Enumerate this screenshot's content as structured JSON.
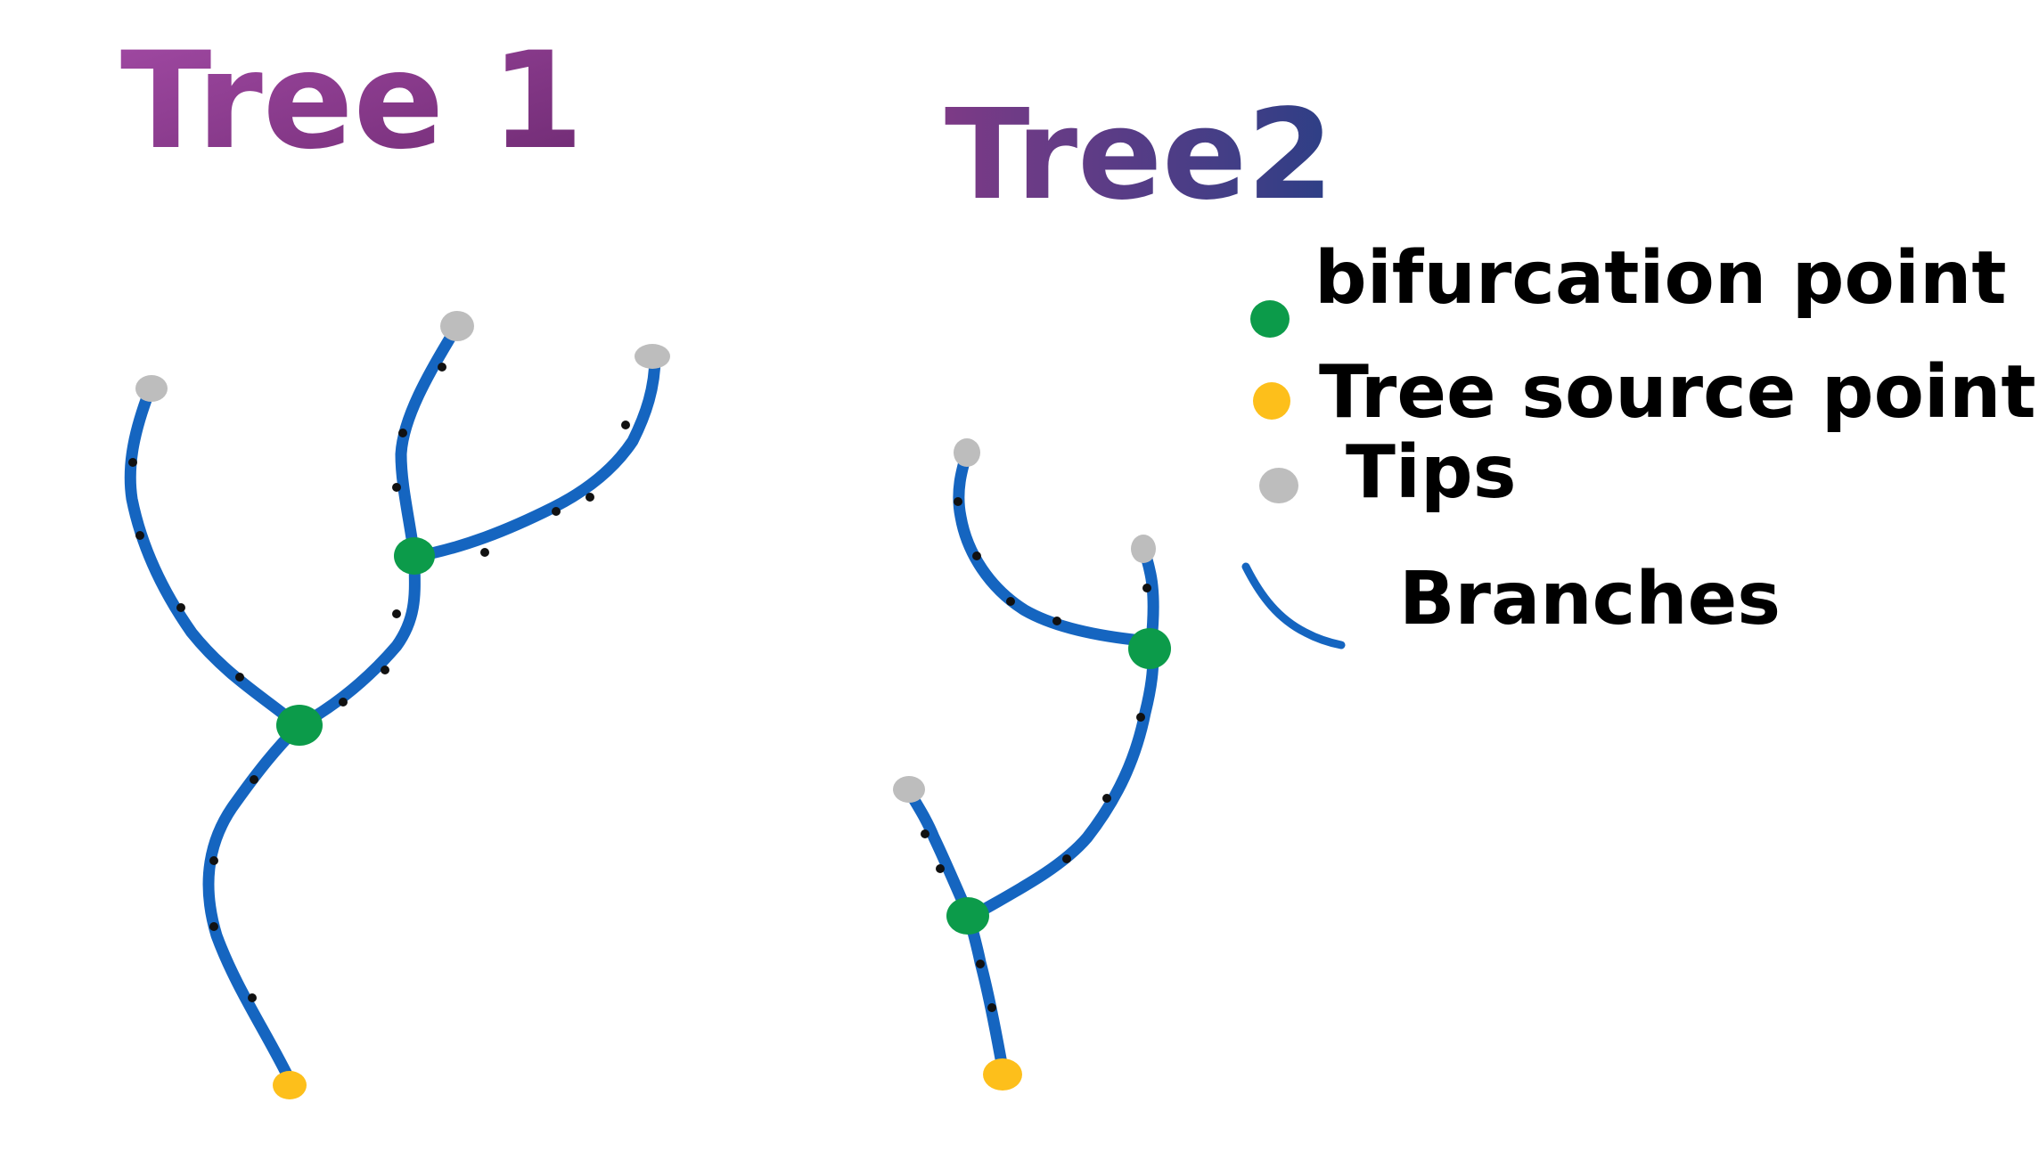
{
  "titles": {
    "tree1": "Tree 1",
    "tree2": "Tree2"
  },
  "legend": {
    "bifurcation": "bifurcation point",
    "source": "Tree source point",
    "tips": "Tips",
    "branches": "Branches"
  },
  "colors": {
    "branch": "#1565c0",
    "bifurcation": "#0c9b4a",
    "source": "#fdbf1b",
    "tip": "#bdbdbd",
    "node_dot": "#111111",
    "title_gradient_start": "#9c3a98",
    "title_gradient_end": "#2f3c7e"
  }
}
